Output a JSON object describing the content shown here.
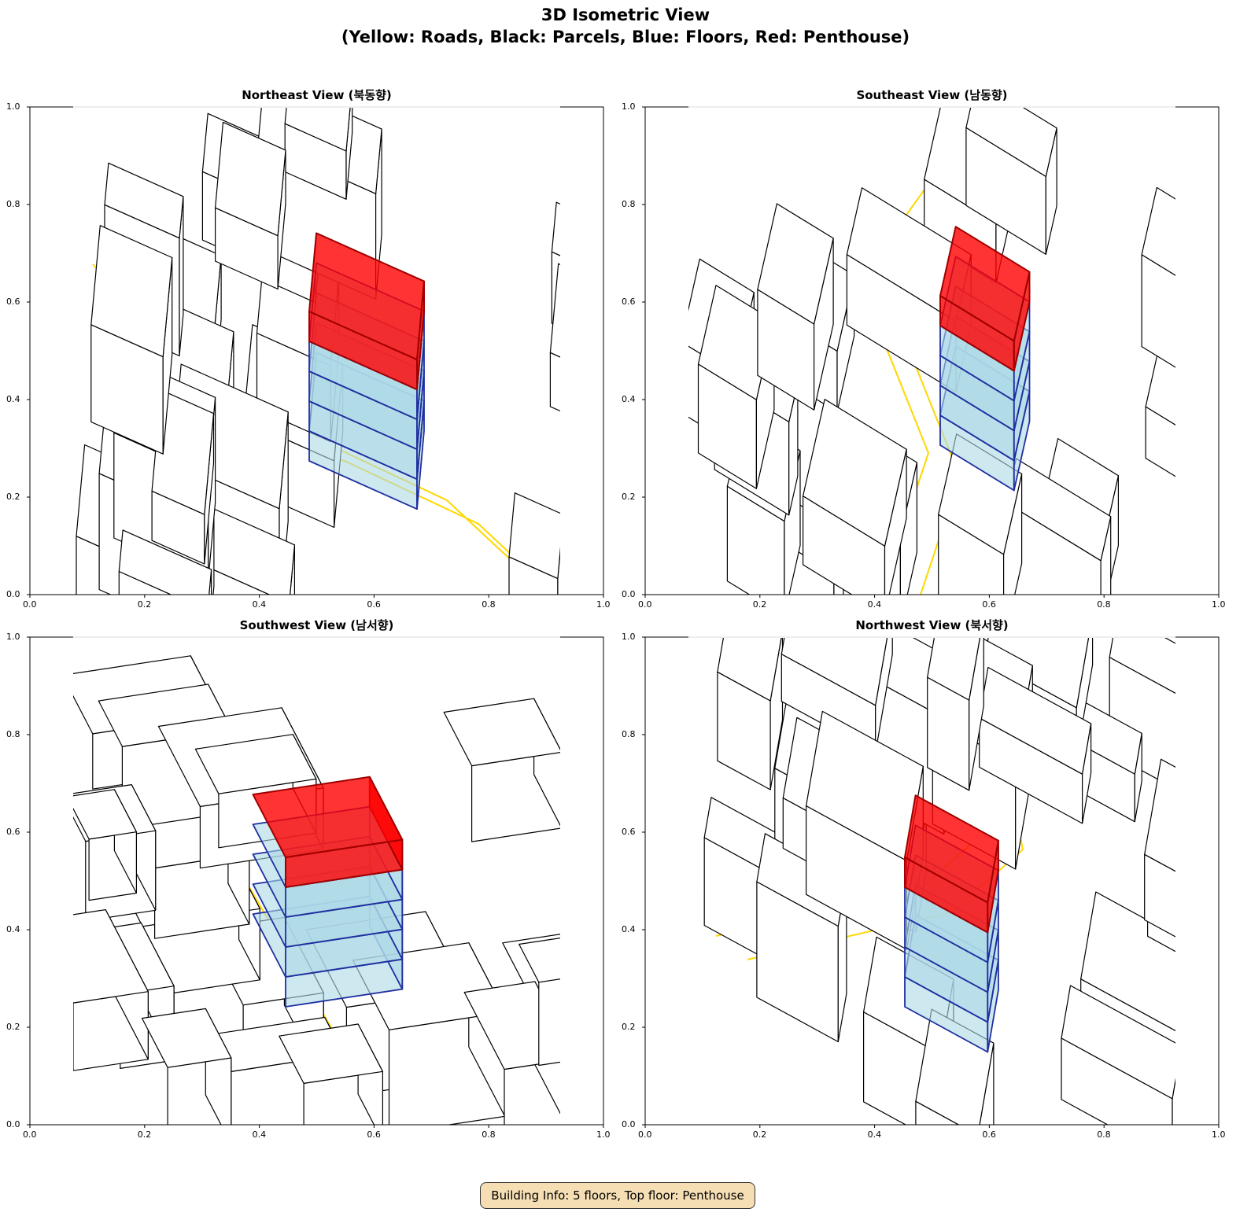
{
  "title_line1": "3D Isometric View",
  "title_line2": "(Yellow: Roads, Black: Parcels, Blue: Floors, Red: Penthouse)",
  "colors": {
    "road": "#ffd700",
    "parcel": "#000000",
    "floor_fill": "#add8e6",
    "floor_edge": "#1f2fa0",
    "penthouse": "#ff0000"
  },
  "chart_data": [
    {
      "type": "3d-isometric",
      "title": "Northeast View (북동향)",
      "xlim": [
        0,
        1
      ],
      "ylim": [
        0,
        1
      ],
      "xticks": [
        "0.0",
        "0.2",
        "0.4",
        "0.6",
        "0.8",
        "1.0"
      ],
      "yticks": [
        "0.0",
        "0.2",
        "0.4",
        "0.6",
        "0.8",
        "1.0"
      ],
      "floors": 5,
      "penthouse_floor": 5
    },
    {
      "type": "3d-isometric",
      "title": "Southeast View (남동향)",
      "xlim": [
        0,
        1
      ],
      "ylim": [
        0,
        1
      ],
      "xticks": [
        "0.0",
        "0.2",
        "0.4",
        "0.6",
        "0.8",
        "1.0"
      ],
      "yticks": [
        "0.0",
        "0.2",
        "0.4",
        "0.6",
        "0.8",
        "1.0"
      ],
      "floors": 5,
      "penthouse_floor": 5
    },
    {
      "type": "3d-isometric",
      "title": "Southwest View (남서향)",
      "xlim": [
        0,
        1
      ],
      "ylim": [
        0,
        1
      ],
      "xticks": [
        "0.0",
        "0.2",
        "0.4",
        "0.6",
        "0.8",
        "1.0"
      ],
      "yticks": [
        "0.0",
        "0.2",
        "0.4",
        "0.6",
        "0.8",
        "1.0"
      ],
      "floors": 5,
      "penthouse_floor": 5
    },
    {
      "type": "3d-isometric",
      "title": "Northwest View (북서향)",
      "xlim": [
        0,
        1
      ],
      "ylim": [
        0,
        1
      ],
      "xticks": [
        "0.0",
        "0.2",
        "0.4",
        "0.6",
        "0.8",
        "1.0"
      ],
      "yticks": [
        "0.0",
        "0.2",
        "0.4",
        "0.6",
        "0.8",
        "1.0"
      ],
      "floors": 5,
      "penthouse_floor": 5
    }
  ],
  "info_box": "Building Info: 5 floors, Top floor: Penthouse"
}
